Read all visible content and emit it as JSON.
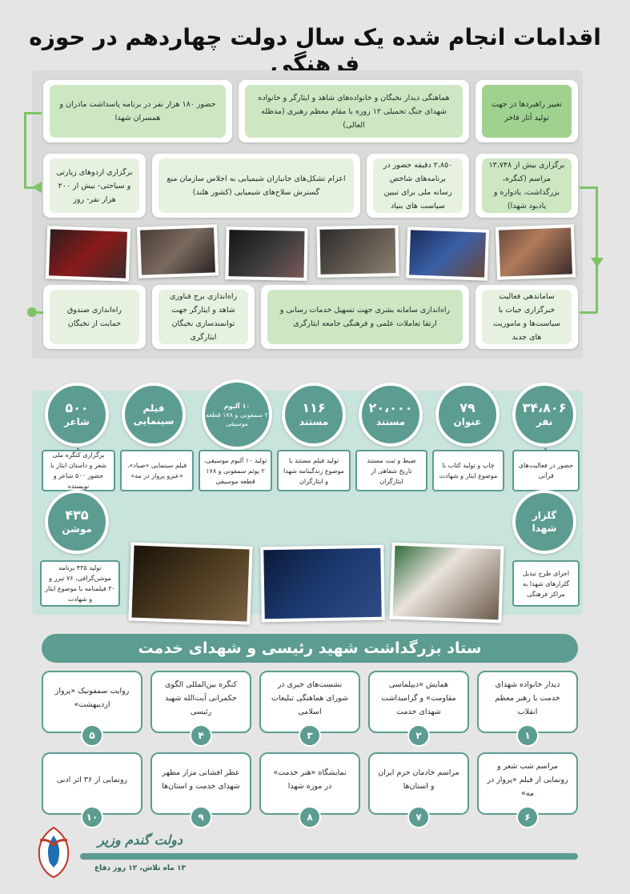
{
  "title": "اقدامات انجام شده یک سال دولت چهاردهم در حوزه فرهنگی",
  "colors": {
    "green": "#7cc467",
    "teal": "#5c9c91",
    "background": "#e4e5e4"
  },
  "flow": {
    "row1": [
      "تغییر راهبردها در جهت تولید آثار فاخر",
      "هماهنگی دیدار نخبگان و خانواده‌های شاهد و ایثارگر و خانواده شهدای جنگ تحمیلی ۱۲ روزه با مقام معظم رهبری (مدظله العالی)",
      "حضور ۱۸۰ هزار نفر در برنامه پاسداشت مادران و همسران شهدا"
    ],
    "row2": [
      "برگزاری بیش از ۱۳،۷۴۸ مراسم (کنگره، بزرگداشت، یادواره و یادبود شهدا)",
      "۲،۸۵۰ دقیقه حضور در برنامه‌های شاخص رسانه ملی برای تبیین سیاست های بنیاد",
      "اعزام تشکل‌های جانبازان شیمیایی به اجلاس سازمان منع گسترش سلاح‌های شیمیایی (کشور هلند)",
      "برگزاری اردوهای زیارتی و سیاحتی- بیش از ۲۰۰ هزار نفر- روز"
    ],
    "row3": [
      "ساماندهی فعالیت خبرگزاری جیات با سیاست‌ها و ماموریت های جدید",
      "راه‌اندازی سامانه بشری جهت تسهیل خدمات رسانی و ارتقا تعاملات علمی و فرهنگی جامعه ایثارگری",
      "راه‌اندازی برج فناوری شاهد و ایثارگر جهت توانمندسازی نخبگان ایثارگری",
      "راه‌اندازی صندوق حمایت از نخبگان"
    ]
  },
  "stats": [
    {
      "value": "۳۴،۸۰۶",
      "unit": "نفر",
      "desc": "حضور در فعالیت‌های قرآنی"
    },
    {
      "value": "۷۹",
      "unit": "عنوان",
      "desc": "چاپ و تولید کتاب با موضوع ایثار و شهادت"
    },
    {
      "value": "۲۰،۰۰۰",
      "unit": "مستند",
      "desc": "ضبط و ثبت مستند تاریخ شفاهی از ایثارگران"
    },
    {
      "value": "۱۱۶",
      "unit": "مستند",
      "desc": "تولید فیلم مستند با موضوع زندگینامه شهدا و ایثارگران"
    },
    {
      "value": "۱۰ آلبوم",
      "unit": "۲ سمفونی و ۱۷۸ قطعه موسیقی",
      "desc": "تولید ۱۰ آلبوم موسیقی، ۲ پوئم سمفونی و ۱۷۸ قطعه موسیقی"
    },
    {
      "value": "فیلم",
      "unit": "سینمایی",
      "desc": "فیلم سینمایی «صیاد»، «عبرو پرواز در مه»"
    },
    {
      "value": "۵۰۰",
      "unit": "شاعر",
      "desc": "برگزاری کنگره ملی شعر و داستان ایثار با حضور ۵۰۰ شاعر و نویسنده"
    }
  ],
  "stats_extra": [
    {
      "value": "گلزار",
      "unit": "شهدا",
      "desc": "اجرای طرح تبدیل گلزارهای شهدا به مراکز فرهنگی"
    },
    {
      "value": "۴۳۵",
      "unit": "موشن",
      "desc": "تولید ۴۳۵ برنامه موشن‌گرافی، ۷۶ تیزر و ۳۰ فیلمنامه با موضوع ایثار و شهادت"
    }
  ],
  "staff": {
    "title": "ستاد بزرگداشت شهید رئیسی و شهدای خدمت",
    "items": [
      {
        "num": "۱",
        "text": "دیدار خانواده شهدای خدمت با رهبر معظم انقلاب"
      },
      {
        "num": "۲",
        "text": "همایش «دیپلماسی مقاومت» و گرامیداشت شهدای خدمت"
      },
      {
        "num": "۳",
        "text": "نشست‌های خبری در شورای هماهنگی تبلیغات اسلامی"
      },
      {
        "num": "۴",
        "text": "کنگره بین‌المللی الگوی حکمرانی آیت‌الله شهید رئیسی"
      },
      {
        "num": "۵",
        "text": "روایت سمفونیک «پرواز اردیبهشت»"
      },
      {
        "num": "۶",
        "text": "مراسم شب شعر و رونمایی از فیلم «پرواز در مه»"
      },
      {
        "num": "۷",
        "text": "مراسم خادمان حرم ایران و استان‌ها"
      },
      {
        "num": "۸",
        "text": "نمایشگاه «هنر خدمت» در موزه شهدا"
      },
      {
        "num": "۹",
        "text": "عطر افشانی مزار مطهر شهدای خدمت و استان‌ها"
      },
      {
        "num": "۱۰",
        "text": "رونمایی از ۳۶ اثر ادبی"
      }
    ]
  },
  "footer": {
    "brand": "دولت گندم وزیر",
    "slogan": "۱۳ ماه تلاش، ۱۲ روز دفاع"
  }
}
